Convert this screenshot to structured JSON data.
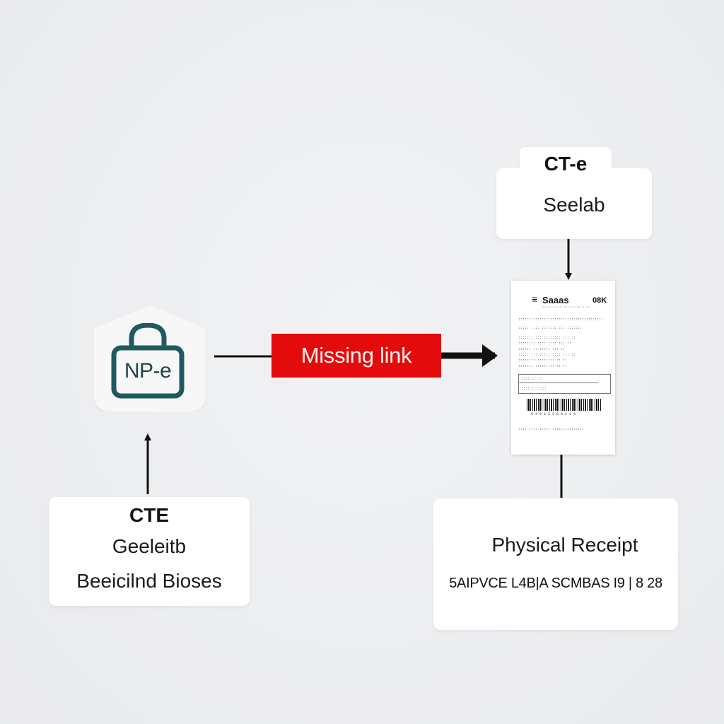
{
  "top_card": {
    "title": "CT-e",
    "subtitle": "Seelab"
  },
  "lock_icon": {
    "label": "NP-e",
    "color": "#1f5a5e"
  },
  "missing_link": {
    "label": "Missing link",
    "color": "#e30b0b"
  },
  "left_card": {
    "title": "CTE",
    "line1": "Geeleitb",
    "line2": "Beeicilnd Bioses"
  },
  "receipt": {
    "brand": "Saaas",
    "corner": "08K",
    "barcode_number": "5 4 9 1 2 3 0 0 1 1 4"
  },
  "receipt_card": {
    "title": "Physical Receipt",
    "code": "5AIPVCE L4B|A SCMBAS I9 | 8 28"
  }
}
